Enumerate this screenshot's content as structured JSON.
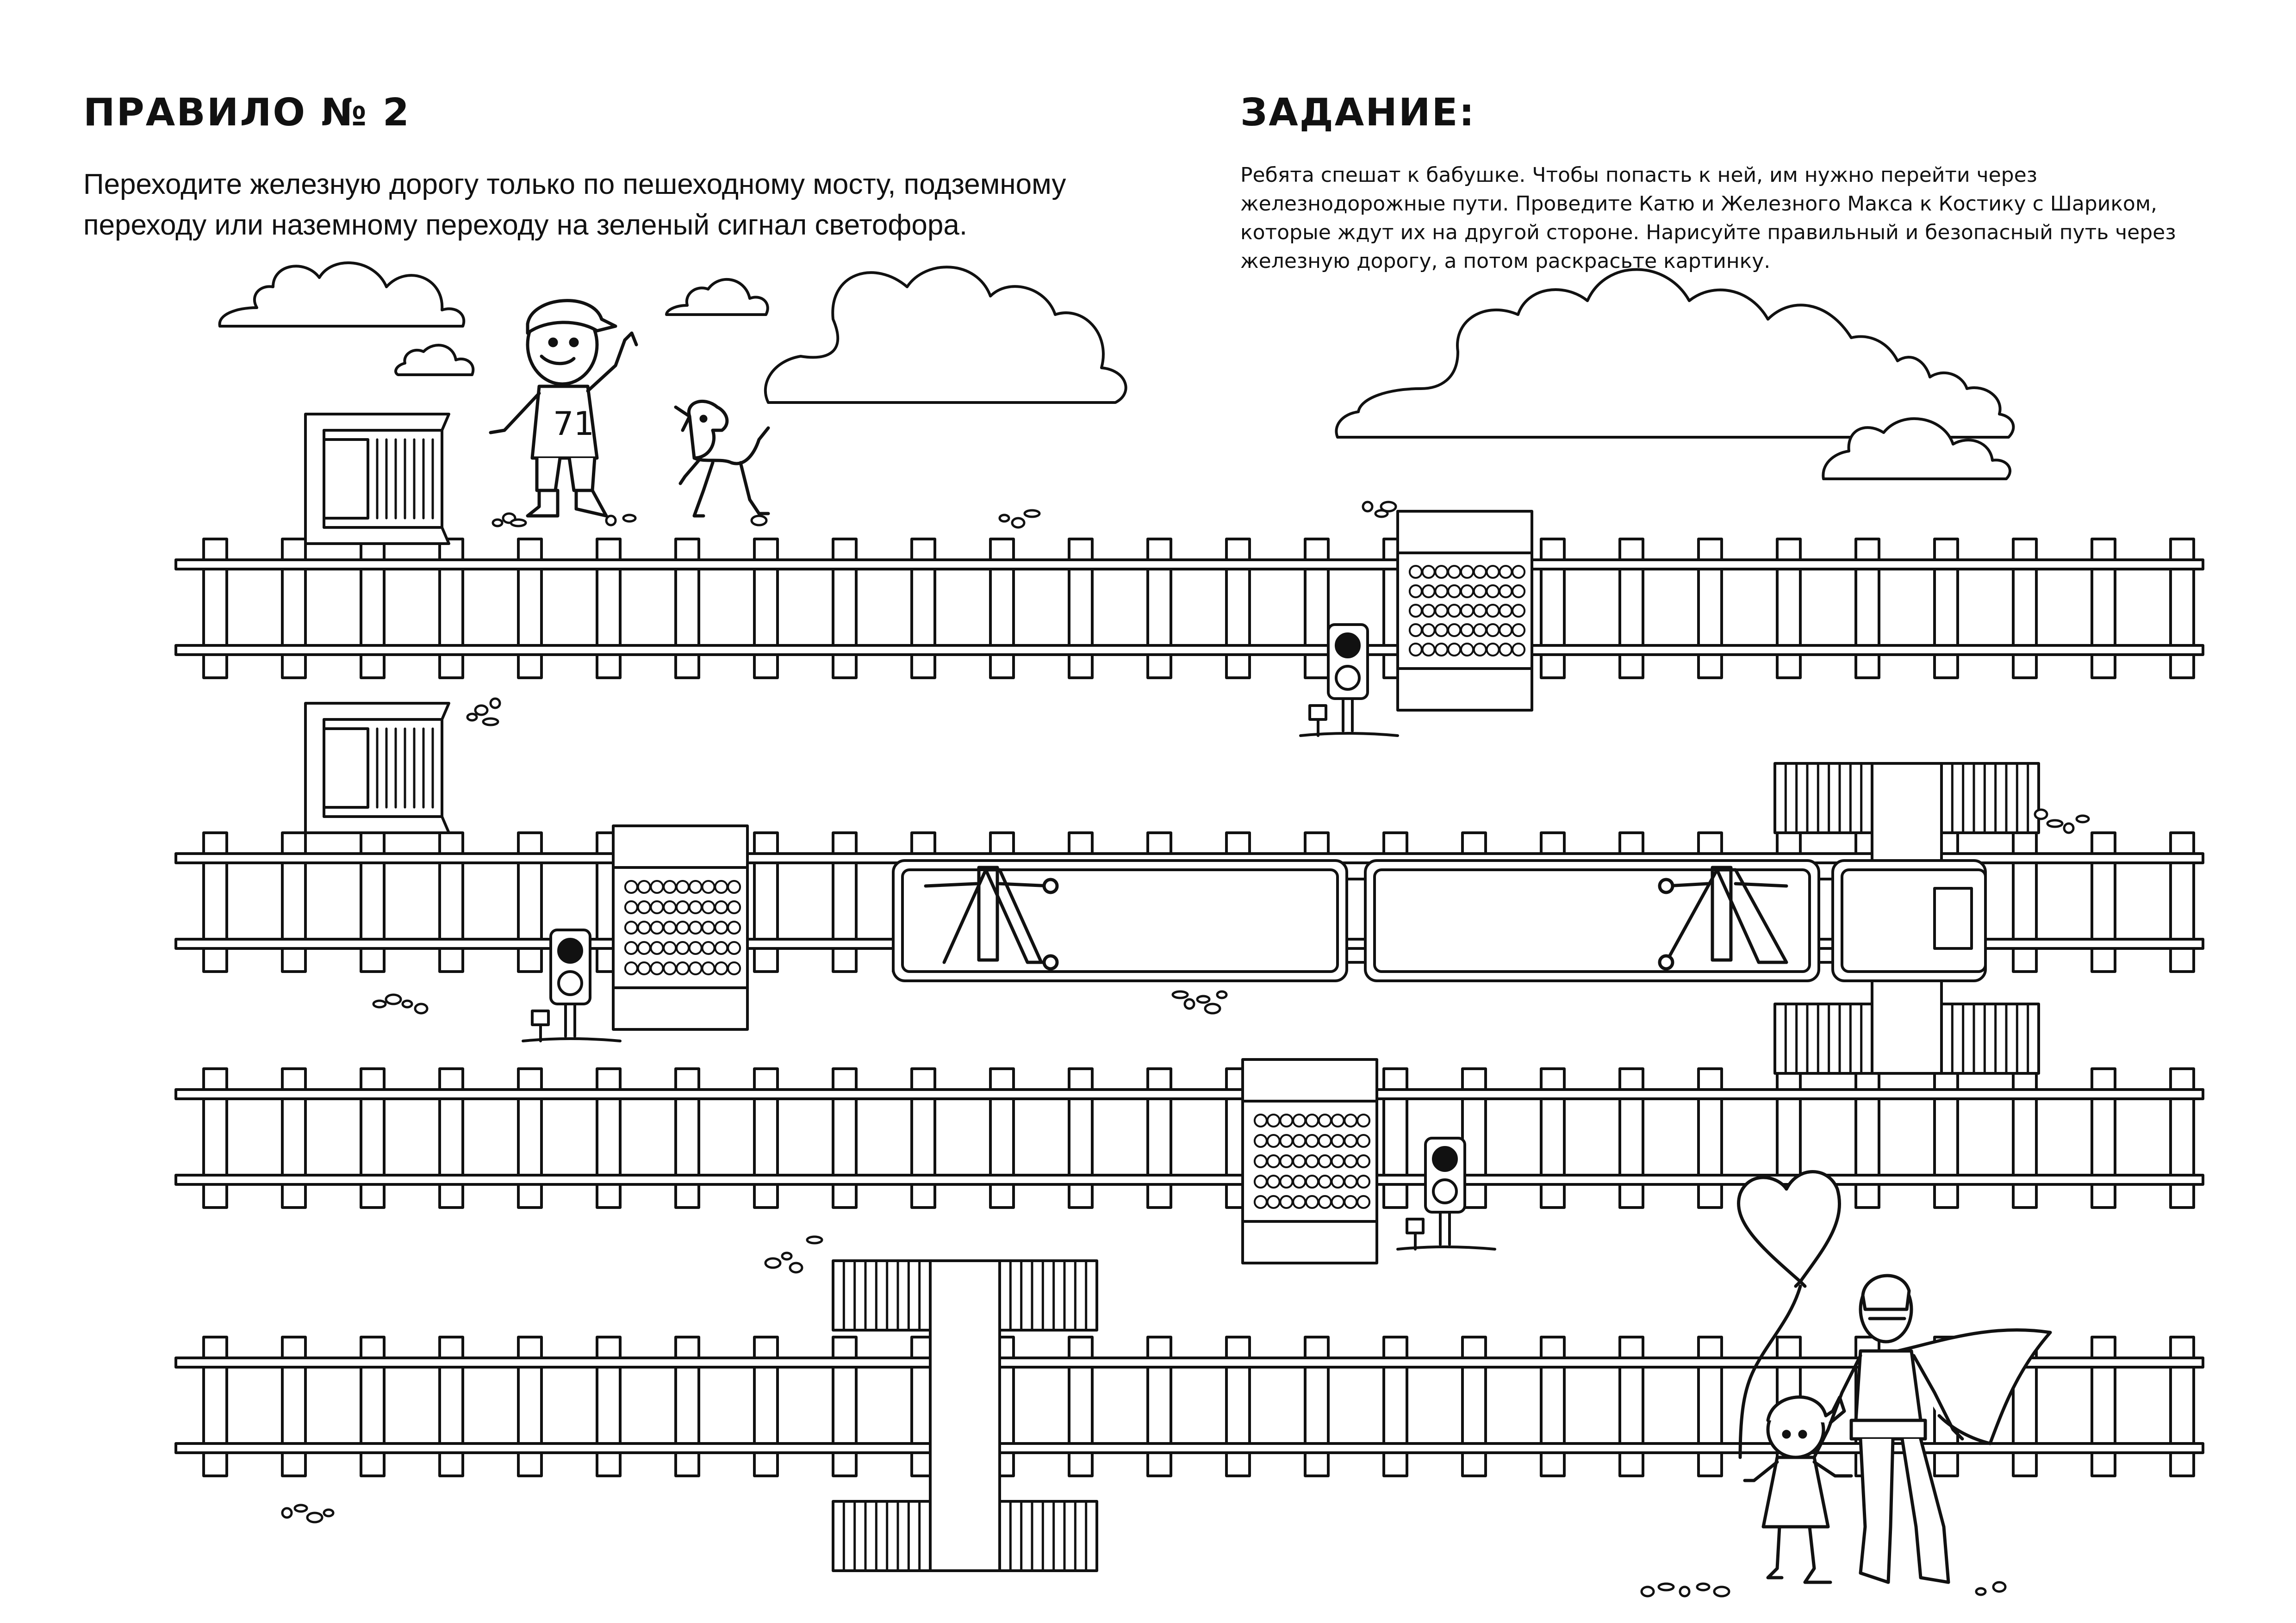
{
  "rule": {
    "title": "ПРАВИЛО № 2",
    "text": "Переходите железную дорогу только по пешеходному мосту, подземному переходу или наземному переходу на зеленый сигнал светофора."
  },
  "task": {
    "title": "ЗАДАНИЕ:",
    "text": "Ребята спешат к бабушке. Чтобы попасть к ней, им нужно перейти через железнодорожные пути. Проведите Катю и Железного Макса к Костику с Шариком, которые ждут их на другой стороне. Нарисуйте правильный и безопасный путь через железную дорогу, а потом раскрасьте картинку."
  },
  "illustration": {
    "track_count": 4,
    "characters": [
      "boy-kostik",
      "dog-sharik",
      "girl-katya",
      "iron-max"
    ],
    "icons": [
      "cloud-icon",
      "traffic-light-icon",
      "pedestrian-bridge-icon",
      "underpass-icon",
      "ground-crossing-icon",
      "train-icon",
      "heart-balloon-icon",
      "pebbles-icon"
    ],
    "colors": {
      "line": "#111111",
      "background": "#ffffff"
    }
  }
}
